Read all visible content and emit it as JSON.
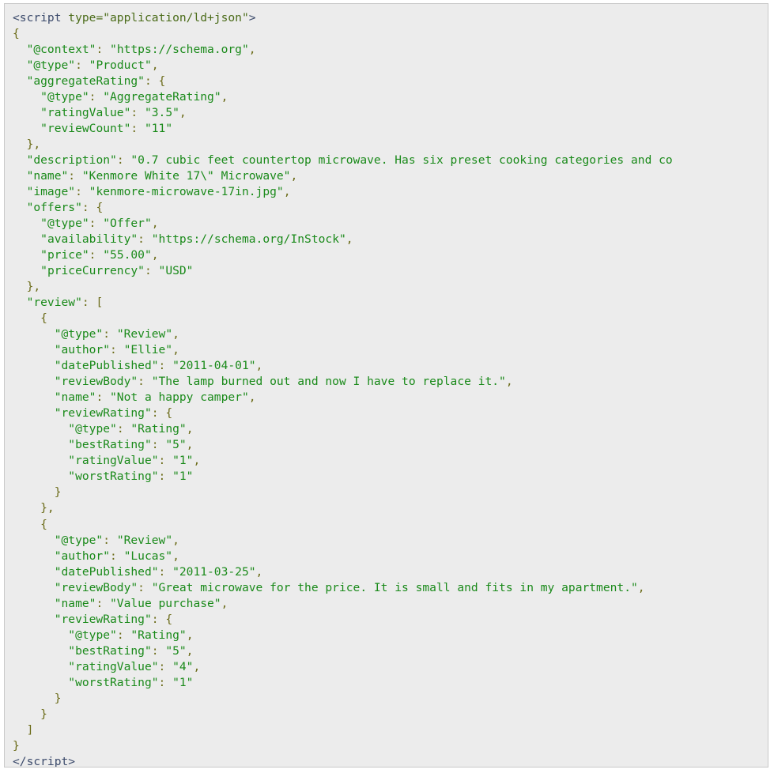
{
  "code_block": {
    "language": "html",
    "colors": {
      "background": "#ececec",
      "border": "#c9c9c9",
      "tag": "#3b4a6b",
      "attribute": "#4a6b18",
      "string": "#1a8a1a",
      "punctuation": "#6b6b18"
    },
    "open_script_tag": "<script type=\"application/ld+json\">",
    "close_script_tag": "</script>",
    "script_tag_name": "<script",
    "script_tag_attr": " type=\"application/ld+json\"",
    "script_tag_end": ">",
    "lines": [
      {
        "indent": 0,
        "type": "tag-open",
        "text": "<script type=\"application/ld+json\">"
      },
      {
        "indent": 0,
        "type": "punc",
        "text": "{"
      },
      {
        "indent": 1,
        "type": "pair",
        "key": "\"@context\"",
        "value": "\"https://schema.org\"",
        "trail": ","
      },
      {
        "indent": 1,
        "type": "pair",
        "key": "\"@type\"",
        "value": "\"Product\"",
        "trail": ","
      },
      {
        "indent": 1,
        "type": "open",
        "key": "\"aggregateRating\"",
        "value": "{",
        "trail": ""
      },
      {
        "indent": 2,
        "type": "pair",
        "key": "\"@type\"",
        "value": "\"AggregateRating\"",
        "trail": ","
      },
      {
        "indent": 2,
        "type": "pair",
        "key": "\"ratingValue\"",
        "value": "\"3.5\"",
        "trail": ","
      },
      {
        "indent": 2,
        "type": "pair",
        "key": "\"reviewCount\"",
        "value": "\"11\"",
        "trail": ""
      },
      {
        "indent": 1,
        "type": "close",
        "text": "},"
      },
      {
        "indent": 1,
        "type": "pair",
        "key": "\"description\"",
        "value": "\"0.7 cubic feet countertop microwave. Has six preset cooking categories and co",
        "trail": ""
      },
      {
        "indent": 1,
        "type": "pair",
        "key": "\"name\"",
        "value": "\"Kenmore White 17\\\" Microwave\"",
        "trail": ","
      },
      {
        "indent": 1,
        "type": "pair",
        "key": "\"image\"",
        "value": "\"kenmore-microwave-17in.jpg\"",
        "trail": ","
      },
      {
        "indent": 1,
        "type": "open",
        "key": "\"offers\"",
        "value": "{",
        "trail": ""
      },
      {
        "indent": 2,
        "type": "pair",
        "key": "\"@type\"",
        "value": "\"Offer\"",
        "trail": ","
      },
      {
        "indent": 2,
        "type": "pair",
        "key": "\"availability\"",
        "value": "\"https://schema.org/InStock\"",
        "trail": ","
      },
      {
        "indent": 2,
        "type": "pair",
        "key": "\"price\"",
        "value": "\"55.00\"",
        "trail": ","
      },
      {
        "indent": 2,
        "type": "pair",
        "key": "\"priceCurrency\"",
        "value": "\"USD\"",
        "trail": ""
      },
      {
        "indent": 1,
        "type": "close",
        "text": "},"
      },
      {
        "indent": 1,
        "type": "open",
        "key": "\"review\"",
        "value": "[",
        "trail": ""
      },
      {
        "indent": 2,
        "type": "punc",
        "text": "{"
      },
      {
        "indent": 3,
        "type": "pair",
        "key": "\"@type\"",
        "value": "\"Review\"",
        "trail": ","
      },
      {
        "indent": 3,
        "type": "pair",
        "key": "\"author\"",
        "value": "\"Ellie\"",
        "trail": ","
      },
      {
        "indent": 3,
        "type": "pair",
        "key": "\"datePublished\"",
        "value": "\"2011-04-01\"",
        "trail": ","
      },
      {
        "indent": 3,
        "type": "pair",
        "key": "\"reviewBody\"",
        "value": "\"The lamp burned out and now I have to replace it.\"",
        "trail": ","
      },
      {
        "indent": 3,
        "type": "pair",
        "key": "\"name\"",
        "value": "\"Not a happy camper\"",
        "trail": ","
      },
      {
        "indent": 3,
        "type": "open",
        "key": "\"reviewRating\"",
        "value": "{",
        "trail": ""
      },
      {
        "indent": 4,
        "type": "pair",
        "key": "\"@type\"",
        "value": "\"Rating\"",
        "trail": ","
      },
      {
        "indent": 4,
        "type": "pair",
        "key": "\"bestRating\"",
        "value": "\"5\"",
        "trail": ","
      },
      {
        "indent": 4,
        "type": "pair",
        "key": "\"ratingValue\"",
        "value": "\"1\"",
        "trail": ","
      },
      {
        "indent": 4,
        "type": "pair",
        "key": "\"worstRating\"",
        "value": "\"1\"",
        "trail": ""
      },
      {
        "indent": 3,
        "type": "close",
        "text": "}"
      },
      {
        "indent": 2,
        "type": "close",
        "text": "},"
      },
      {
        "indent": 2,
        "type": "punc",
        "text": "{"
      },
      {
        "indent": 3,
        "type": "pair",
        "key": "\"@type\"",
        "value": "\"Review\"",
        "trail": ","
      },
      {
        "indent": 3,
        "type": "pair",
        "key": "\"author\"",
        "value": "\"Lucas\"",
        "trail": ","
      },
      {
        "indent": 3,
        "type": "pair",
        "key": "\"datePublished\"",
        "value": "\"2011-03-25\"",
        "trail": ","
      },
      {
        "indent": 3,
        "type": "pair",
        "key": "\"reviewBody\"",
        "value": "\"Great microwave for the price. It is small and fits in my apartment.\"",
        "trail": ","
      },
      {
        "indent": 3,
        "type": "pair",
        "key": "\"name\"",
        "value": "\"Value purchase\"",
        "trail": ","
      },
      {
        "indent": 3,
        "type": "open",
        "key": "\"reviewRating\"",
        "value": "{",
        "trail": ""
      },
      {
        "indent": 4,
        "type": "pair",
        "key": "\"@type\"",
        "value": "\"Rating\"",
        "trail": ","
      },
      {
        "indent": 4,
        "type": "pair",
        "key": "\"bestRating\"",
        "value": "\"5\"",
        "trail": ","
      },
      {
        "indent": 4,
        "type": "pair",
        "key": "\"ratingValue\"",
        "value": "\"4\"",
        "trail": ","
      },
      {
        "indent": 4,
        "type": "pair",
        "key": "\"worstRating\"",
        "value": "\"1\"",
        "trail": ""
      },
      {
        "indent": 3,
        "type": "close",
        "text": "}"
      },
      {
        "indent": 2,
        "type": "close",
        "text": "}"
      },
      {
        "indent": 1,
        "type": "close",
        "text": "]"
      },
      {
        "indent": 0,
        "type": "close",
        "text": "}"
      },
      {
        "indent": 0,
        "type": "tag-close",
        "text": "</script>"
      }
    ],
    "json_ld": {
      "@context": "https://schema.org",
      "@type": "Product",
      "aggregateRating": {
        "@type": "AggregateRating",
        "ratingValue": "3.5",
        "reviewCount": "11"
      },
      "description": "0.7 cubic feet countertop microwave. Has six preset cooking categories and co",
      "name": "Kenmore White 17\" Microwave",
      "image": "kenmore-microwave-17in.jpg",
      "offers": {
        "@type": "Offer",
        "availability": "https://schema.org/InStock",
        "price": "55.00",
        "priceCurrency": "USD"
      },
      "review": [
        {
          "@type": "Review",
          "author": "Ellie",
          "datePublished": "2011-04-01",
          "reviewBody": "The lamp burned out and now I have to replace it.",
          "name": "Not a happy camper",
          "reviewRating": {
            "@type": "Rating",
            "bestRating": "5",
            "ratingValue": "1",
            "worstRating": "1"
          }
        },
        {
          "@type": "Review",
          "author": "Lucas",
          "datePublished": "2011-03-25",
          "reviewBody": "Great microwave for the price. It is small and fits in my apartment.",
          "name": "Value purchase",
          "reviewRating": {
            "@type": "Rating",
            "bestRating": "5",
            "ratingValue": "4",
            "worstRating": "1"
          }
        }
      ]
    }
  }
}
